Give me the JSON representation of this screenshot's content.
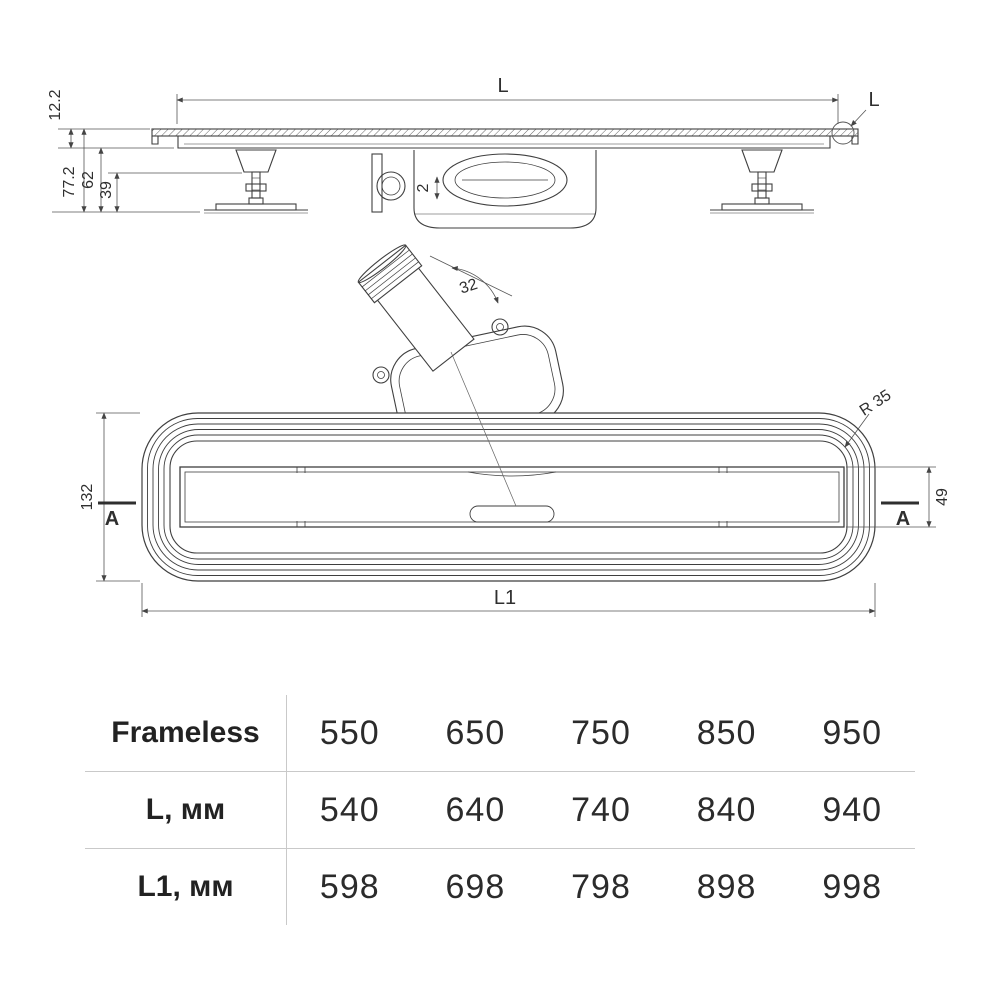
{
  "meta": {
    "title": "Linear shower drain technical drawing with size table"
  },
  "colors": {
    "line": "#3f3f3f",
    "dim_line": "#555555",
    "text": "#2b2b2b",
    "table_line": "#c9c9c9"
  },
  "drawing": {
    "side": {
      "length_label": "L",
      "detail_label": "L",
      "height_cover": "12.2",
      "height_total": "77.2",
      "height_body": "62",
      "height_adjust": "39",
      "gap": "2"
    },
    "plan": {
      "pipe_angle": "32",
      "corner_radius": "R 35",
      "width_total": "132",
      "section_left": "A",
      "section_right": "A",
      "grate_width": "49",
      "length_total_label": "L1"
    }
  },
  "table": {
    "rows": [
      {
        "label": "Frameless",
        "values": [
          "550",
          "650",
          "750",
          "850",
          "950"
        ]
      },
      {
        "label": "L, мм",
        "values": [
          "540",
          "640",
          "740",
          "840",
          "940"
        ]
      },
      {
        "label": "L1, мм",
        "values": [
          "598",
          "698",
          "798",
          "898",
          "998"
        ]
      }
    ]
  }
}
